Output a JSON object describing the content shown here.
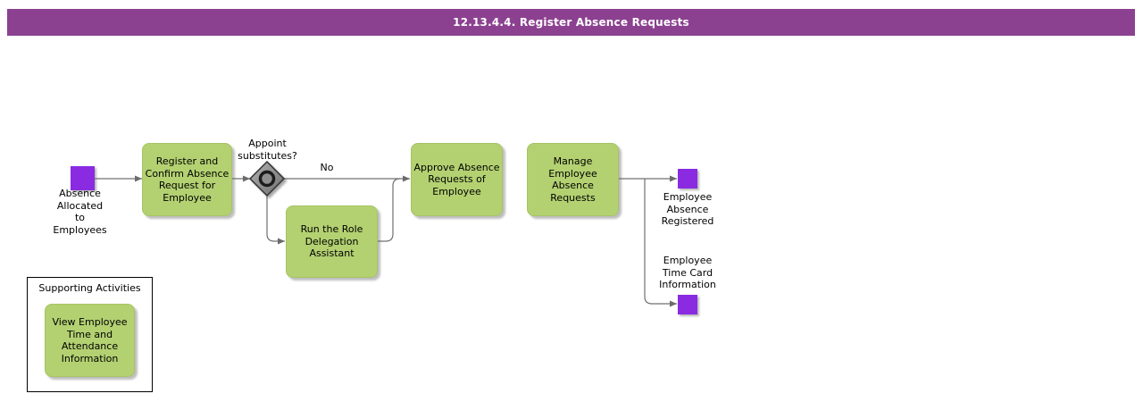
{
  "title": "12.13.4.4. Register Absence Requests",
  "colors": {
    "banner_purple": "#8B4190",
    "task_green": "#B3D171",
    "event_purple": "#8A2BE2",
    "connector_gray": "#707070",
    "gateway_gray": "#9A9A9A",
    "title_text": "#FFFFFF"
  },
  "flow": {
    "start_event": {
      "label": "Absence\nAllocated\nto\nEmployees"
    },
    "tasks": {
      "register": {
        "label": "Register and\nConfirm Absence\nRequest for\nEmployee"
      },
      "run_delegation": {
        "label": "Run the Role\nDelegation\nAssistant"
      },
      "approve": {
        "label": "Approve Absence\nRequests of\nEmployee"
      },
      "manage": {
        "label": "Manage\nEmployee\nAbsence\nRequests"
      }
    },
    "gateway": {
      "question": "Appoint\nsubstitutes?",
      "no_branch_label": "No"
    },
    "end_events": {
      "absence_registered": {
        "label": "Employee\nAbsence\nRegistered"
      },
      "time_card": {
        "label": "Employee\nTime Card\nInformation"
      }
    }
  },
  "supporting": {
    "title": "Supporting Activities",
    "tasks": {
      "view_time": {
        "label": "View Employee\nTime and\nAttendance\nInformation"
      }
    }
  }
}
